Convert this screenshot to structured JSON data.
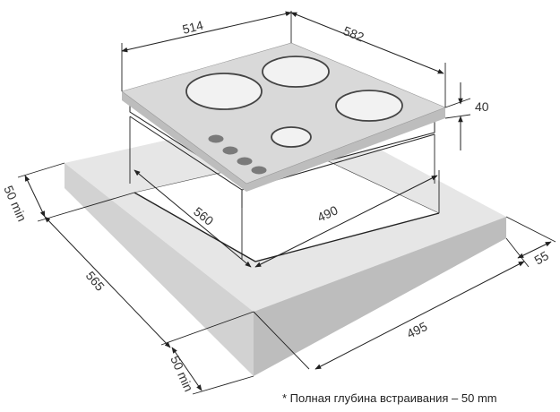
{
  "dimensions": {
    "hob_width": "514",
    "hob_depth": "582",
    "hob_height": "40",
    "cutout_depth": "560",
    "cutout_width": "490",
    "min_back_clearance": "50 min",
    "worktop_depth": "565",
    "min_front_clearance": "50 min",
    "worktop_width": "495",
    "side_clearance": "55"
  },
  "footnote": "* Полная глубина встраивания – 50 mm",
  "colors": {
    "worktop_top": "#e6e6e6",
    "worktop_front": "#cfcfcf",
    "worktop_side": "#bcbcbc",
    "hob_glass": "#d9d9d9",
    "hob_edge": "#bdbdbd",
    "burner": "#f2f2f2",
    "knob": "#7a7a7a"
  }
}
